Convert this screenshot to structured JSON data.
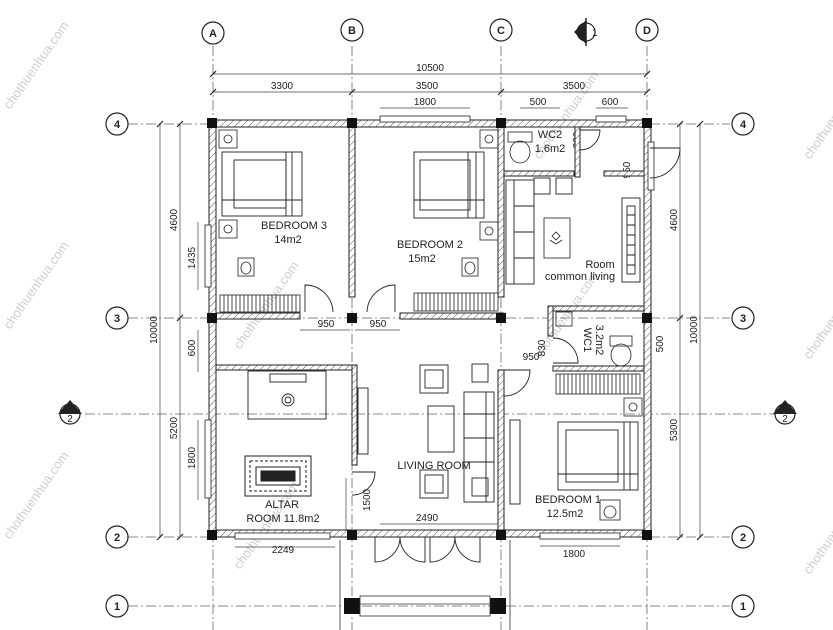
{
  "watermark": "chothuenhua.com",
  "grid": {
    "columns": [
      "A",
      "B",
      "C",
      "D"
    ],
    "rows": [
      "4",
      "3",
      "2",
      "1"
    ],
    "section_marker": "2",
    "top_marker": "1"
  },
  "dimensions": {
    "overall_width": "10500",
    "bay_a_b": "3300",
    "bay_b_c": "3500",
    "bay_c_d": "3500",
    "window_bedroom2": "1800",
    "wc2_door": "500",
    "wc2_window": "600",
    "wc2_depth": "830",
    "common_door": "950",
    "left_overall": "10000",
    "left_4_3": "4600",
    "left_bed3_window": "1435",
    "left_600": "600",
    "left_3_2": "5200",
    "left_altar_window": "1800",
    "right_4_3": "4600",
    "right_overall": "10000",
    "right_3_2": "5300",
    "right_wc1": "500",
    "door_bed3": "950",
    "door_bed2": "950",
    "wc1_door": "950",
    "wc1_depth": "830",
    "altar_door": "1500",
    "entry_opening": "2490",
    "bottom_left_window": "2249",
    "bedroom1_window": "1800"
  },
  "rooms": {
    "bedroom3": {
      "name": "BEDROOM 3",
      "area": "14m2"
    },
    "bedroom2": {
      "name": "BEDROOM 2",
      "area": "15m2"
    },
    "wc2": {
      "name": "WC2",
      "area": "1.6m2"
    },
    "common": {
      "line1": "Room",
      "line2": "common living"
    },
    "wc1": {
      "name": "WC1",
      "area": "3.2m2"
    },
    "altar": {
      "line1": "ALTAR",
      "line2": "ROOM 11.8m2"
    },
    "living": {
      "name": "LIVING ROOM"
    },
    "bedroom1": {
      "name": "BEDROOM 1",
      "area": "12.5m2"
    }
  }
}
